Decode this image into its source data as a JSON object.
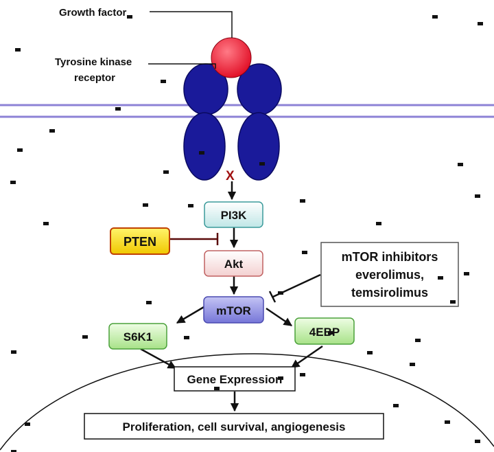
{
  "labels": {
    "growth_factor": "Growth factor",
    "receptor_line1": "Tyrosine kinase",
    "receptor_line2": "receptor",
    "blocked_mark": "X"
  },
  "nodes": {
    "pi3k": "PI3K",
    "pten": "PTEN",
    "akt": "Akt",
    "mtor": "mTOR",
    "s6k1": "S6K1",
    "ebp": "4EBP",
    "gene_expression": "Gene Expression",
    "outcome": "Proliferation, cell survival, angiogenesis"
  },
  "inhibitors": {
    "line1": "mTOR inhibitors",
    "line2": "everolimus,",
    "line3": "temsirolimus"
  },
  "colors": {
    "receptor": "#1a1a9a",
    "growth_factor": "#e8102a",
    "membrane": "#8c82d6",
    "pten_fill": "#ffe100",
    "mtor_fill": "#8888e0",
    "green_fill": "#c8efb0",
    "blocked_mark": "#a01010",
    "inhibit_line": "#5a0a0a"
  }
}
